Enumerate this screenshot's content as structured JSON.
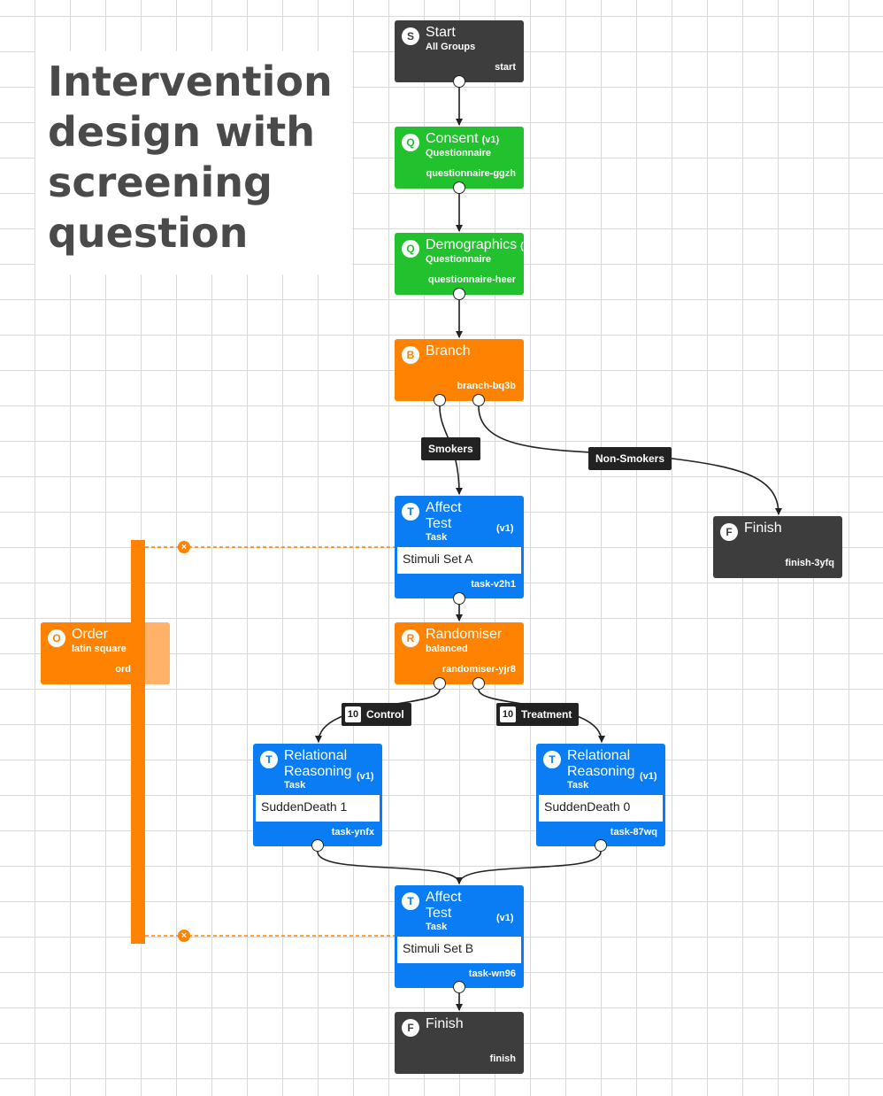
{
  "title": "Intervention design with screening question",
  "nodes": {
    "start": {
      "badge": "S",
      "name": "Start",
      "subtitle": "All Groups",
      "id": "start"
    },
    "consent": {
      "badge": "Q",
      "name": "Consent",
      "version": "(v1)",
      "subtitle": "Questionnaire",
      "id": "questionnaire-ggzh"
    },
    "demographics": {
      "badge": "Q",
      "name": "Demographics",
      "version": "(",
      "subtitle": "Questionnaire",
      "id": "questionnaire-heer"
    },
    "branch": {
      "badge": "B",
      "name": "Branch",
      "id": "branch-bq3b"
    },
    "affect1": {
      "badge": "T",
      "name": "Affect Test",
      "version": "(v1)",
      "subtitle": "Task",
      "block": "Stimuli Set A",
      "id": "task-v2h1"
    },
    "finish_ns": {
      "badge": "F",
      "name": "Finish",
      "id": "finish-3yfq"
    },
    "randomiser": {
      "badge": "R",
      "name": "Randomiser",
      "subtitle": "balanced",
      "id": "randomiser-yjr8"
    },
    "order": {
      "badge": "O",
      "name": "Order",
      "subtitle": "latin square",
      "id": "ord"
    },
    "rr1": {
      "badge": "T",
      "name": "Relational Reasoning",
      "version": "(v1)",
      "subtitle": "Task",
      "block": "SuddenDeath 1",
      "id": "task-ynfx"
    },
    "rr2": {
      "badge": "T",
      "name": "Relational Reasoning",
      "version": "(v1)",
      "subtitle": "Task",
      "block": "SuddenDeath 0",
      "id": "task-87wq"
    },
    "affect2": {
      "badge": "T",
      "name": "Affect Test",
      "version": "(v1)",
      "subtitle": "Task",
      "block": "Stimuli Set B",
      "id": "task-wn96"
    },
    "finish": {
      "badge": "F",
      "name": "Finish",
      "id": "finish"
    }
  },
  "edge_labels": {
    "smokers": "Smokers",
    "non_smokers": "Non-Smokers",
    "control": {
      "weight": "10",
      "name": "Control"
    },
    "treatment": {
      "weight": "10",
      "name": "Treatment"
    }
  },
  "order_marker": "×",
  "colors": {
    "dark": "#3d3d3d",
    "green": "#22c22e",
    "orange": "#ff8200",
    "blue": "#0a7cf4",
    "edge": "#222222"
  }
}
